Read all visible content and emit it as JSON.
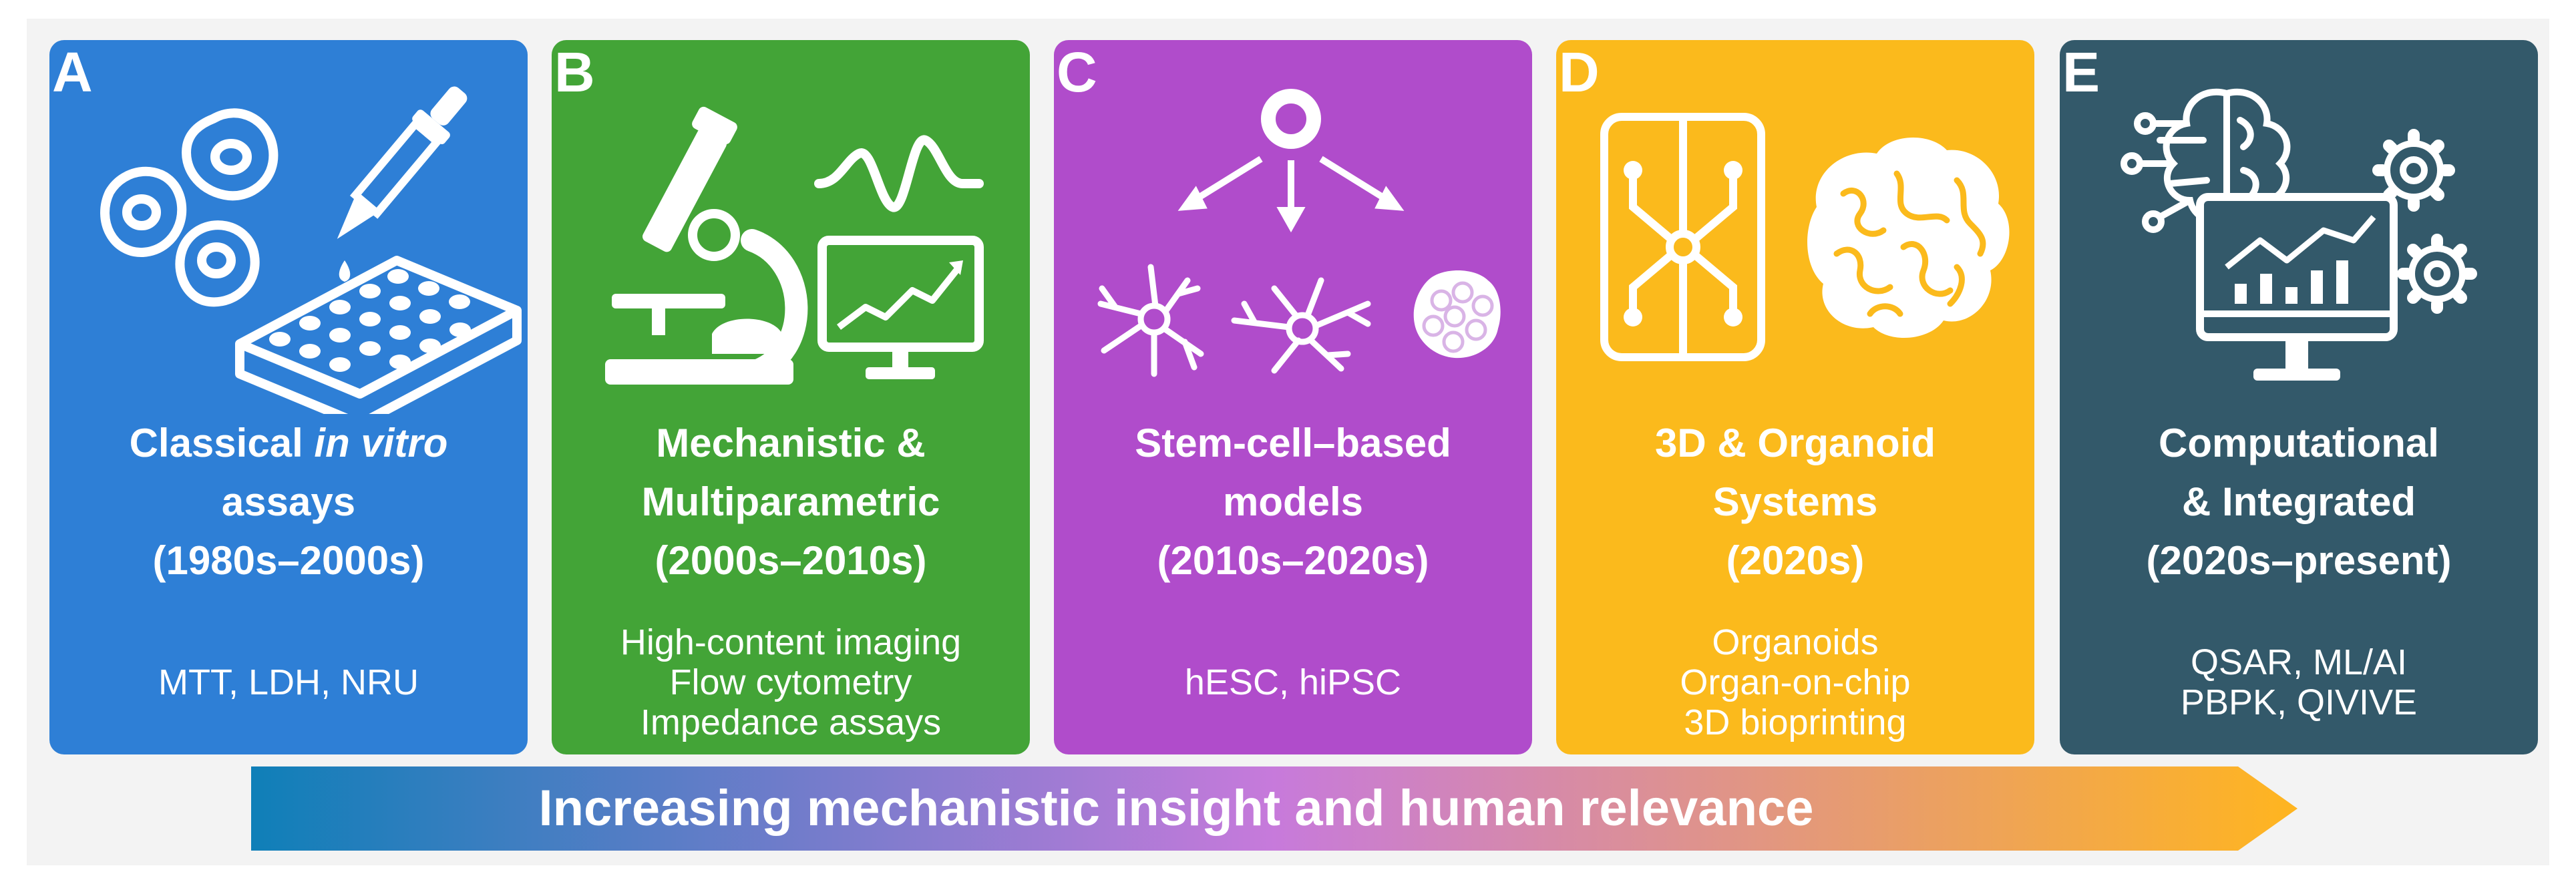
{
  "panels": [
    {
      "letter": "A",
      "title_lines": [
        "Classical",
        "in vitro",
        "assays",
        "(1980s–2000s)"
      ],
      "subtitle_lines": [
        "MTT, LDH, NRU"
      ],
      "color": "#2E7FD6"
    },
    {
      "letter": "B",
      "title_lines": [
        "Mechanistic &",
        "Multiparametric",
        "(2000s–2010s)"
      ],
      "subtitle_lines": [
        "High-content imaging",
        "Flow cytometry",
        "Impedance assays"
      ],
      "color": "#43A437"
    },
    {
      "letter": "C",
      "title_lines": [
        "Stem-cell–based",
        "models",
        "(2010s–2020s)"
      ],
      "subtitle_lines": [
        "hESC, hiPSC"
      ],
      "color": "#B04CCB"
    },
    {
      "letter": "D",
      "title_lines": [
        "3D & Organoid",
        "Systems",
        "(2020s)"
      ],
      "subtitle_lines": [
        "Organoids",
        "Organ-on-chip",
        "3D bioprinting"
      ],
      "color": "#FBBA1C"
    },
    {
      "letter": "E",
      "title_lines": [
        "Computational",
        "& Integrated",
        "(2020s–present)"
      ],
      "subtitle_lines": [
        "QSAR, ML/AI",
        "PBPK, QIVIVE"
      ],
      "color": "#33596A"
    }
  ],
  "timeline_arrow": {
    "label": "Increasing mechanistic insight and human relevance",
    "gradient_colors": [
      "#0F7FB8",
      "#C77ADB",
      "#FFB51F"
    ]
  },
  "icons": {
    "a": [
      "cell-icon",
      "pipette-icon",
      "well-plate-icon"
    ],
    "b": [
      "microscope-icon",
      "signal-wave-icon",
      "monitor-chart-icon"
    ],
    "c": [
      "stem-cell-icon",
      "neuron-icon",
      "organoid-sphere-icon"
    ],
    "d": [
      "organ-on-chip-icon",
      "brain-organoid-icon"
    ],
    "e": [
      "ai-brain-icon",
      "monitor-chart-icon",
      "gear-icon"
    ]
  }
}
